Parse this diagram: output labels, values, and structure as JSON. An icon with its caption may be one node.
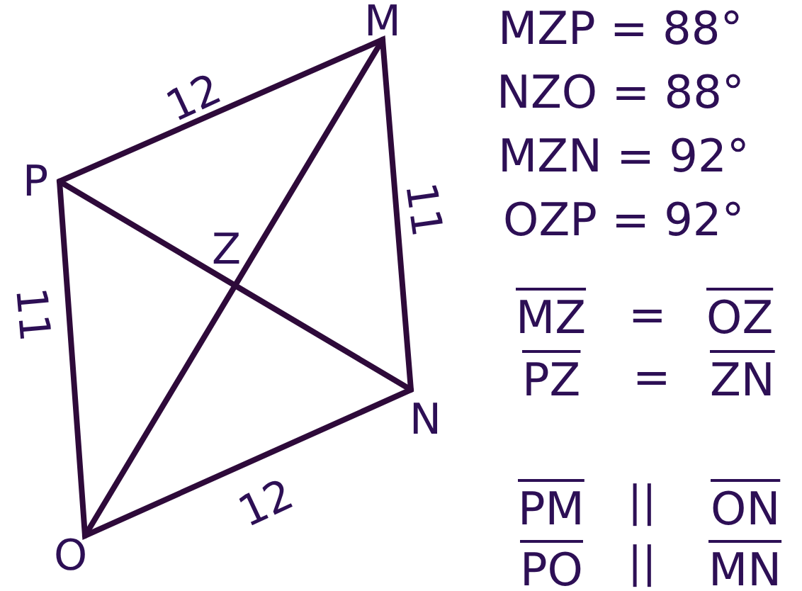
{
  "diagram": {
    "labels": [
      "M",
      "MZP = 88°",
      "12",
      "NZO = 88°",
      "P",
      "MZN = 92°",
      "11",
      "OZP = 92°",
      "Z",
      "11",
      "MZ",
      "=",
      "OZ",
      "PZ",
      "=",
      "ZN",
      "N",
      "12",
      "PM",
      "||",
      "ON",
      "O",
      "PO",
      "||",
      "MN"
    ]
  }
}
